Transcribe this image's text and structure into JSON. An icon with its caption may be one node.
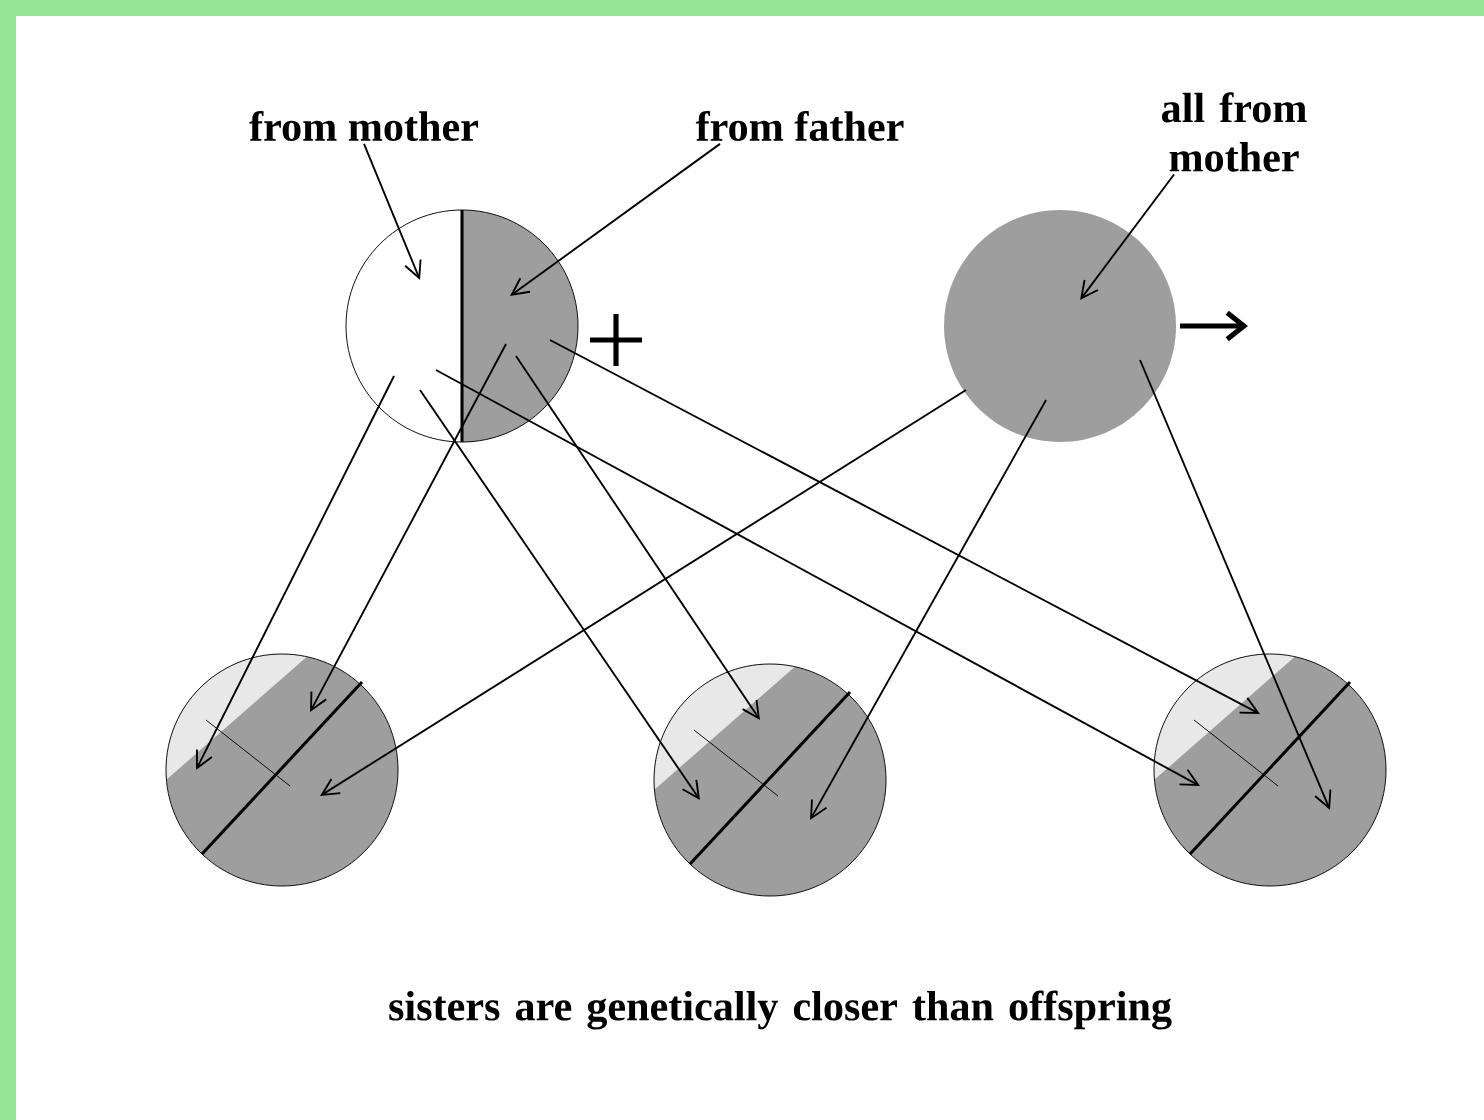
{
  "diagram": {
    "caption": "sisters are genetically closer than offspring",
    "nodes": [
      {
        "text": [
          "from mother"
        ]
      },
      {
        "text": [
          "from father"
        ]
      },
      {
        "text": [
          "all from mother"
        ]
      },
      {
        "text": [],
        "shape": "circle"
      },
      {
        "text": [],
        "shape": "circle"
      },
      {
        "text": [],
        "shape": "circle"
      },
      {
        "text": [],
        "shape": "circle"
      },
      {
        "text": [],
        "shape": "circle"
      }
    ],
    "edges": [
      {
        "from": 0,
        "to": 3,
        "arrow": "to"
      },
      {
        "from": 1,
        "to": 3,
        "arrow": "to"
      },
      {
        "from": 2,
        "to": 4,
        "arrow": "to"
      },
      {
        "from": 3,
        "to": 5,
        "arrow": "to"
      },
      {
        "from": 3,
        "to": 6,
        "arrow": "to"
      },
      {
        "from": 3,
        "to": 7,
        "arrow": "to"
      },
      {
        "from": 3,
        "to": 5,
        "arrow": "to"
      },
      {
        "from": 3,
        "to": 6,
        "arrow": "to"
      },
      {
        "from": 3,
        "to": 7,
        "arrow": "to"
      },
      {
        "from": 4,
        "to": 5,
        "arrow": "to"
      },
      {
        "from": 4,
        "to": 6,
        "arrow": "to"
      },
      {
        "from": 4,
        "to": 7,
        "arrow": "to"
      }
    ]
  }
}
